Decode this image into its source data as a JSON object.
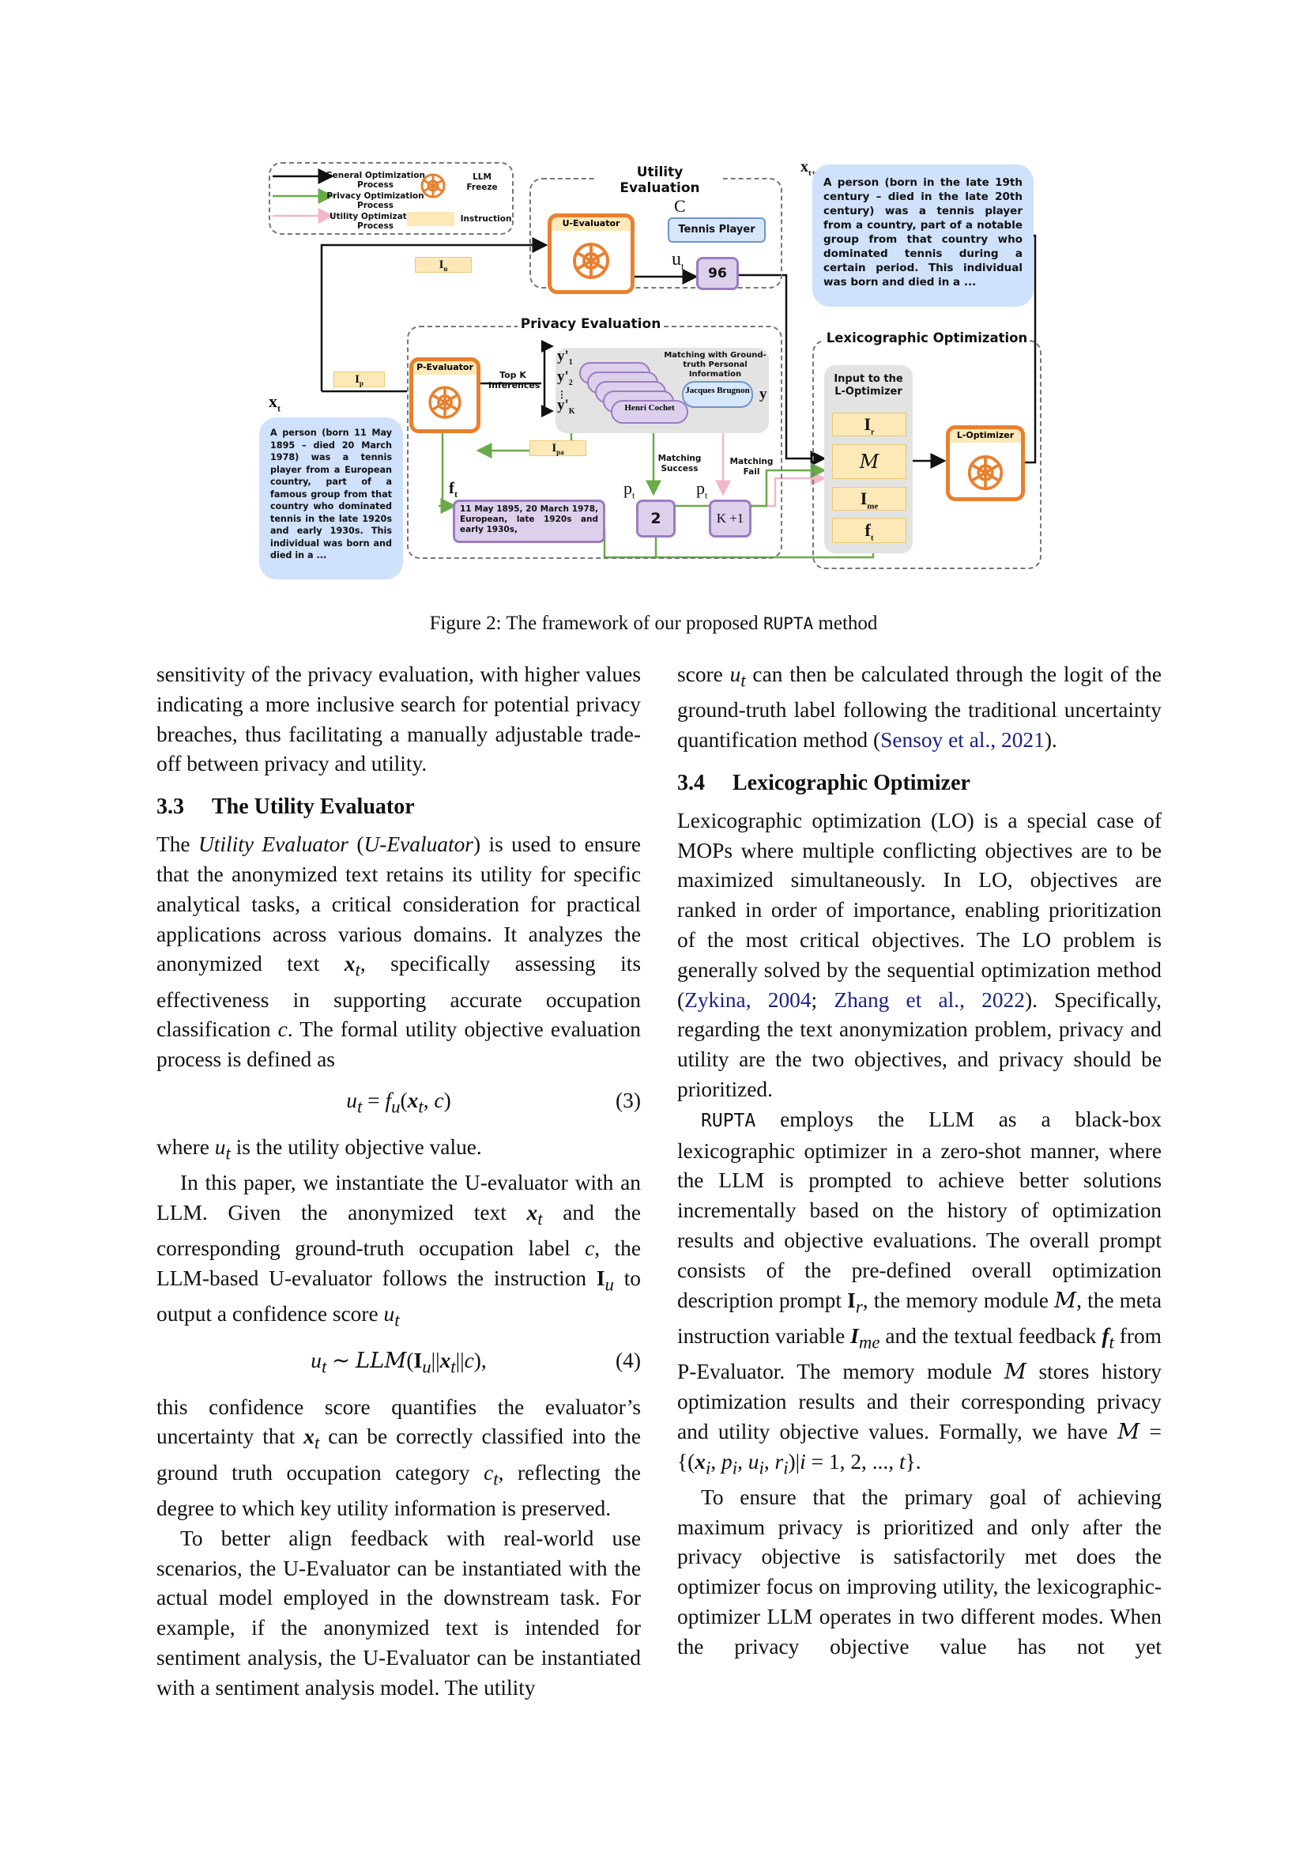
{
  "figure": {
    "legend": {
      "general": "General Optimization Process",
      "privacy": "Privacy Optimization Process",
      "utility": "Utility Optimization Process",
      "llm_freeze": "LLM Freeze",
      "instruction": "Instruction"
    },
    "utility_section_title": "Utility Evaluation",
    "privacy_section_title": "Privacy Evaluation",
    "lexico_section_title": "Lexicographic Optimization",
    "u_evaluator": "U-Evaluator",
    "p_evaluator": "P-Evaluator",
    "l_optimizer": "L-Optimizer",
    "c_label": "C",
    "tennis_player": "Tennis Player",
    "ut_label": "u",
    "ut_sub": "t",
    "ut_value": "96",
    "iu_label": "I",
    "iu_sub": "u",
    "ip_label": "I",
    "ip_sub": "p",
    "ipa_label": "I",
    "ipa_sub": "pa",
    "xt_label": "x",
    "xt_sub": "t",
    "xt1_label": "x",
    "xt1_sub": "t+1",
    "top_k": "Top K Inferences",
    "y_labels": [
      "y'",
      "y'",
      "y'"
    ],
    "y_subs": [
      "1",
      "2",
      "K"
    ],
    "matching_title": "Matching with Ground-truth Personal Information",
    "name_henri": "Henri Cochet",
    "name_jacques": "Jacques Brugnon",
    "y_label": "y",
    "matching_success": "Matching Success",
    "matching_fail": "Matching Fail",
    "ft_label": "f",
    "ft_sub": "t",
    "ft_text": "11 May 1895, 20 March 1978, European, late 1920s and early 1930s,",
    "pt_label": "p",
    "pt_sub": "t",
    "value_2": "2",
    "value_k1": "K +1",
    "input_title": "Input to the L-Optimizer",
    "ir_label": "I",
    "ir_sub": "r",
    "mem_label": "M",
    "ime_label": "I",
    "ime_sub": "me",
    "ft2_label": "f",
    "ft2_sub": "t",
    "xt_text": "A person (born 11 May 1895 – died 20 March 1978) was a tennis player from a European country, part of a famous group from that country who dominated tennis in the late 1920s and early 1930s. This individual was born and died in a ...",
    "xt1_text": "A person (born in the late 19th century – died in the late 20th century) was a tennis player from a country, part of a notable group from that country who dominated tennis during a certain period. This individual was born and died in a ..."
  },
  "caption": {
    "prefix": "Figure 2: The framework of our proposed ",
    "code": "RUPTA",
    "suffix": " method"
  },
  "sections": {
    "s33_num": "3.3",
    "s33_title": "The Utility Evaluator",
    "s34_num": "3.4",
    "s34_title": "Lexicographic Optimizer",
    "eq3_num": "(3)",
    "eq4_num": "(4)"
  }
}
